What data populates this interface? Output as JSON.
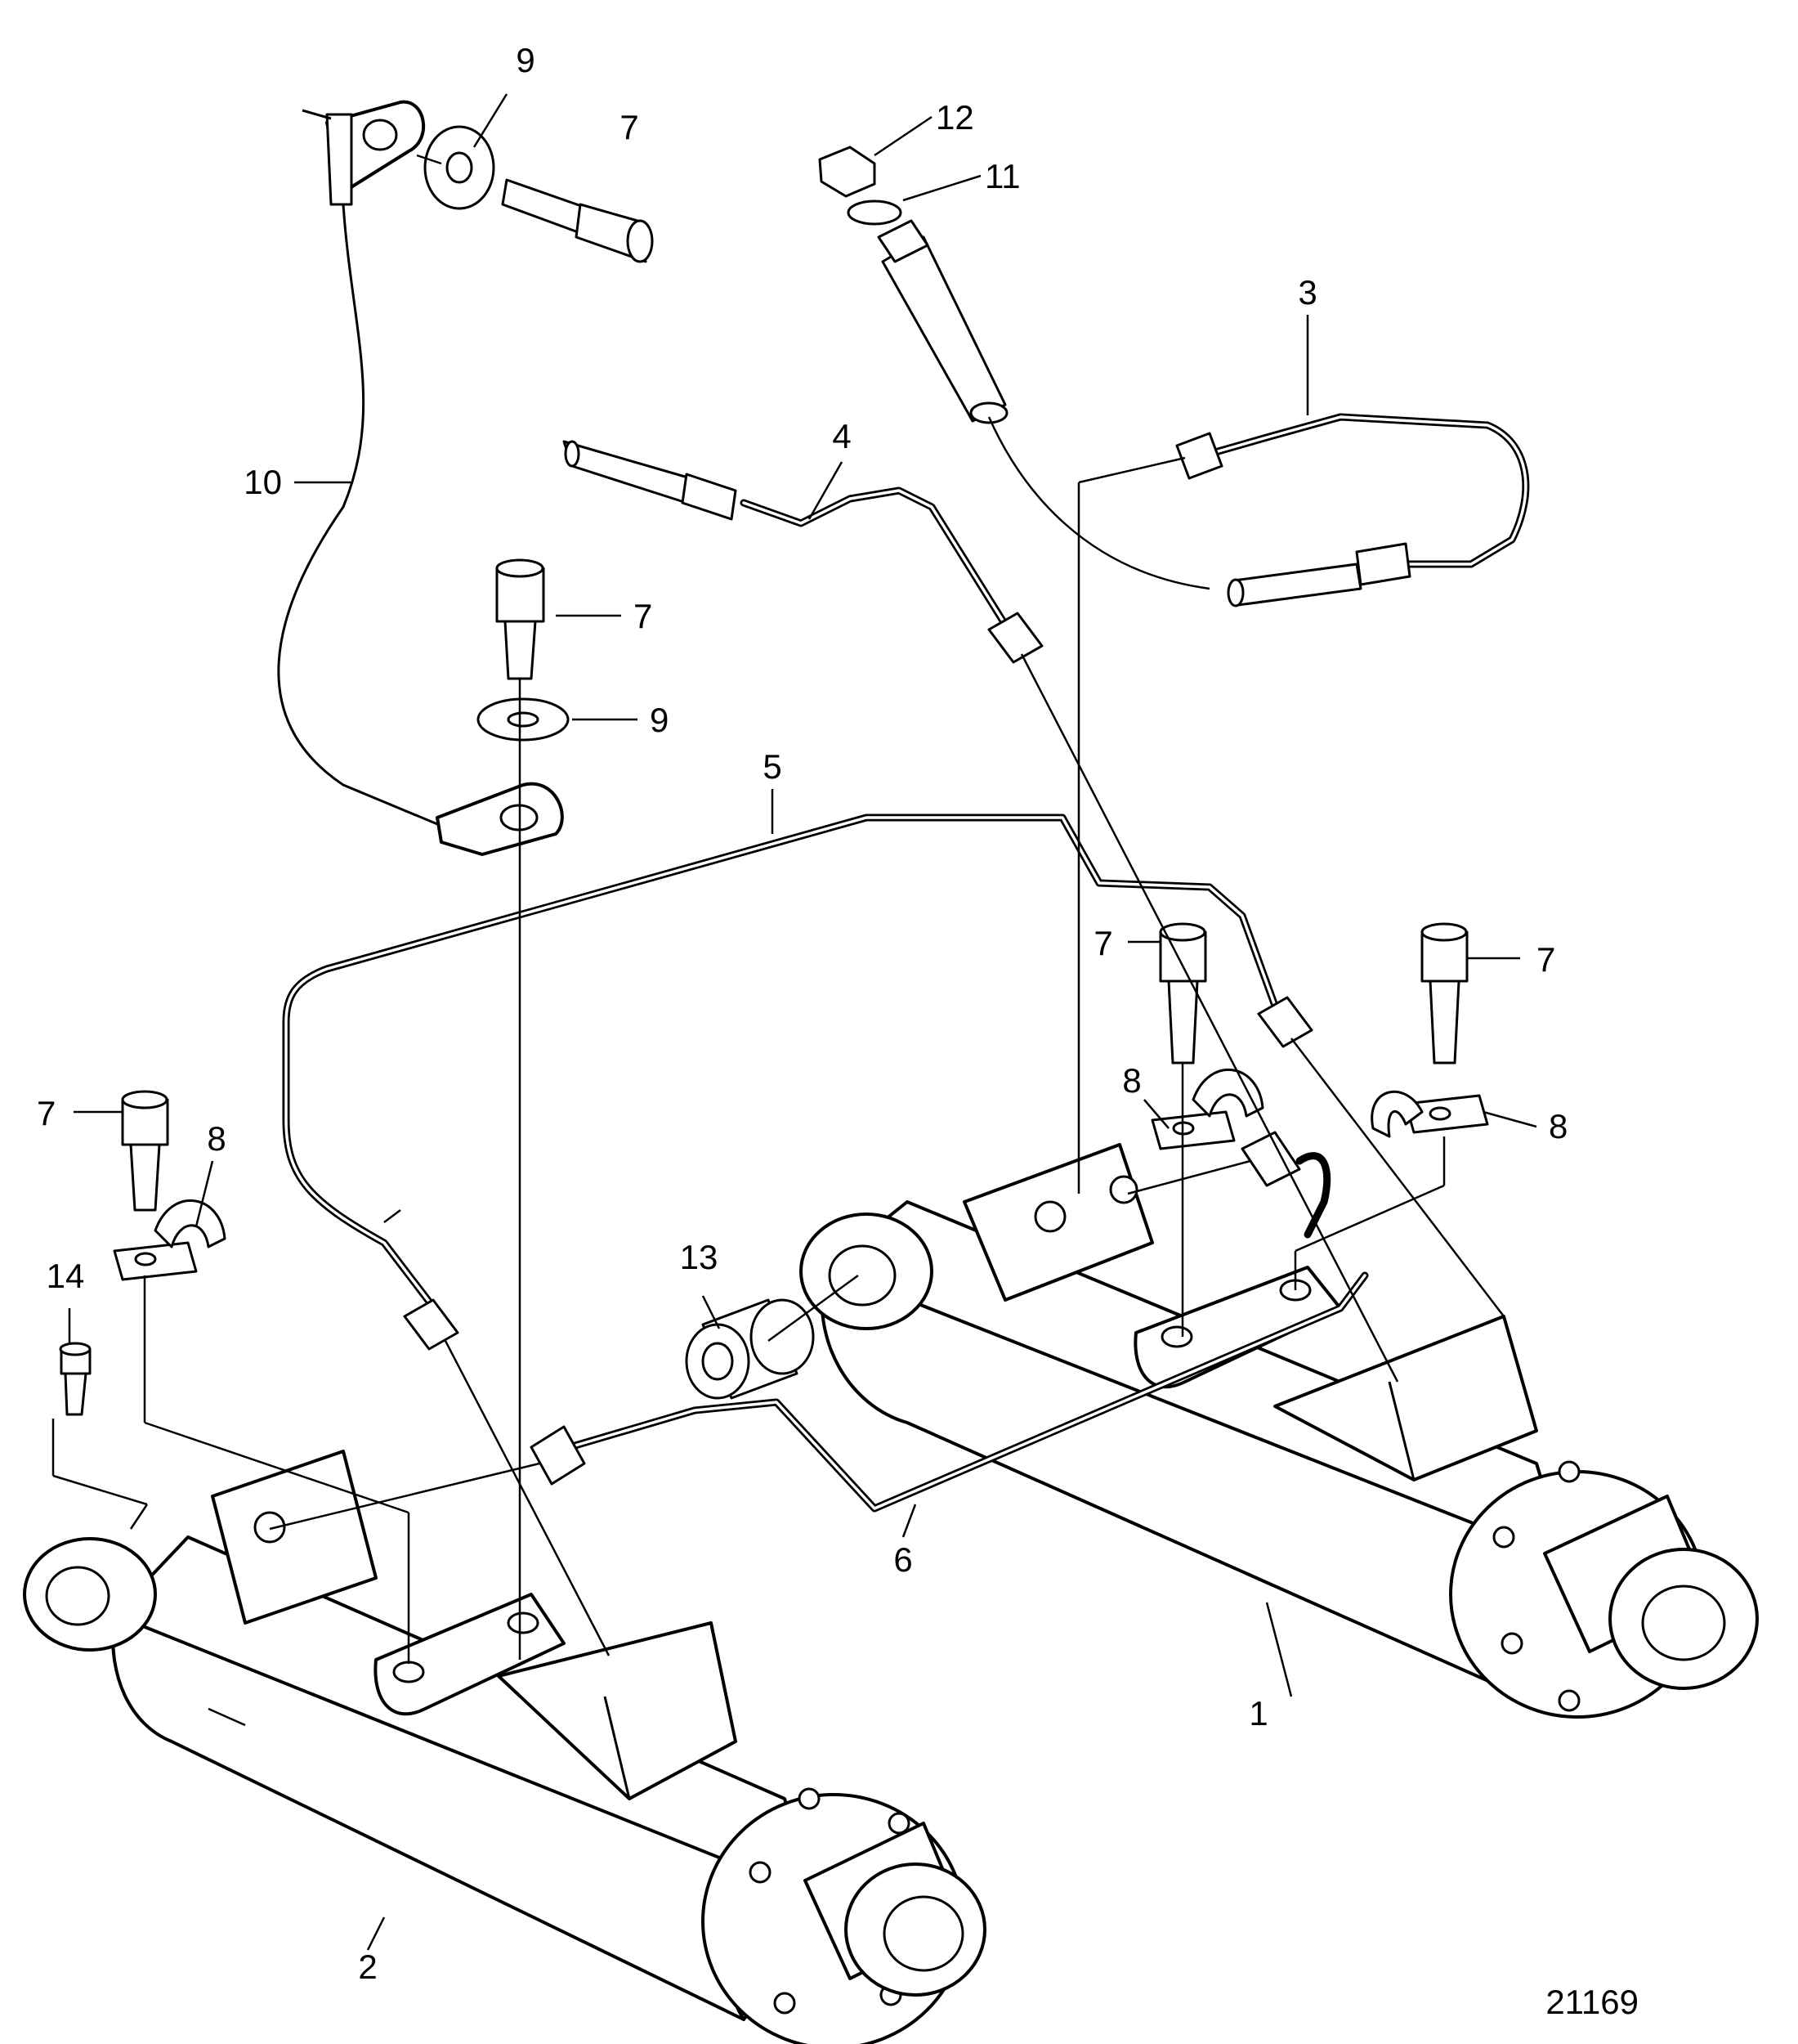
{
  "figure": {
    "number": "21169"
  },
  "callouts": [
    {
      "id": "c1",
      "label": "1"
    },
    {
      "id": "c2",
      "label": "2"
    },
    {
      "id": "c3",
      "label": "3"
    },
    {
      "id": "c4",
      "label": "4"
    },
    {
      "id": "c5",
      "label": "5"
    },
    {
      "id": "c6",
      "label": "6"
    },
    {
      "id": "c7a",
      "label": "7"
    },
    {
      "id": "c7b",
      "label": "7"
    },
    {
      "id": "c7c",
      "label": "7"
    },
    {
      "id": "c7d",
      "label": "7"
    },
    {
      "id": "c7e",
      "label": "7"
    },
    {
      "id": "c8a",
      "label": "8"
    },
    {
      "id": "c8b",
      "label": "8"
    },
    {
      "id": "c8c",
      "label": "8"
    },
    {
      "id": "c9a",
      "label": "9"
    },
    {
      "id": "c9b",
      "label": "9"
    },
    {
      "id": "c10",
      "label": "10"
    },
    {
      "id": "c11",
      "label": "11"
    },
    {
      "id": "c12",
      "label": "12"
    },
    {
      "id": "c13",
      "label": "13"
    },
    {
      "id": "c14",
      "label": "14"
    }
  ]
}
